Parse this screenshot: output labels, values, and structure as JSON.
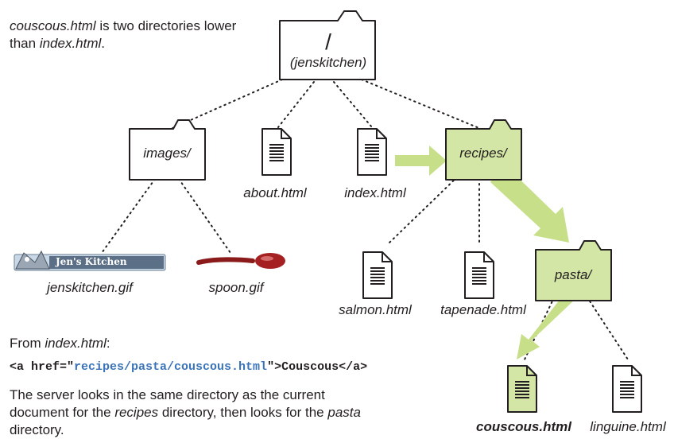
{
  "note": {
    "part1": "couscous.html",
    "part2": " is two directories lower than ",
    "part3": "index.html",
    "part4": "."
  },
  "folders": {
    "root": {
      "slash": "/",
      "name": "(jenskitchen)"
    },
    "images": "images/",
    "recipes": "recipes/",
    "pasta": "pasta/"
  },
  "files": {
    "about": "about.html",
    "index": "index.html",
    "salmon": "salmon.html",
    "tapenade": "tapenade.html",
    "couscous": "couscous.html",
    "linguine": "linguine.html",
    "jenskitchen_gif": "jenskitchen.gif",
    "spoon_gif": "spoon.gif"
  },
  "logo_text": "Jen's Kitchen",
  "from_line": {
    "prefix": "From ",
    "file": "index.html",
    "suffix": ":"
  },
  "code": {
    "open": "<a href=\"",
    "path": "recipes/pasta/couscous.html",
    "close": "\">Couscous</a>"
  },
  "explanation": {
    "p1": "The server looks in the same directory as the current document for the ",
    "p2": "recipes",
    "p3": " directory, then looks for the ",
    "p4": "pasta",
    "p5": " directory."
  },
  "colors": {
    "highlight_fill": "#d4e6a5",
    "arrow": "#c8df8a",
    "stroke": "#231f20",
    "code_link": "#3a73b8"
  }
}
